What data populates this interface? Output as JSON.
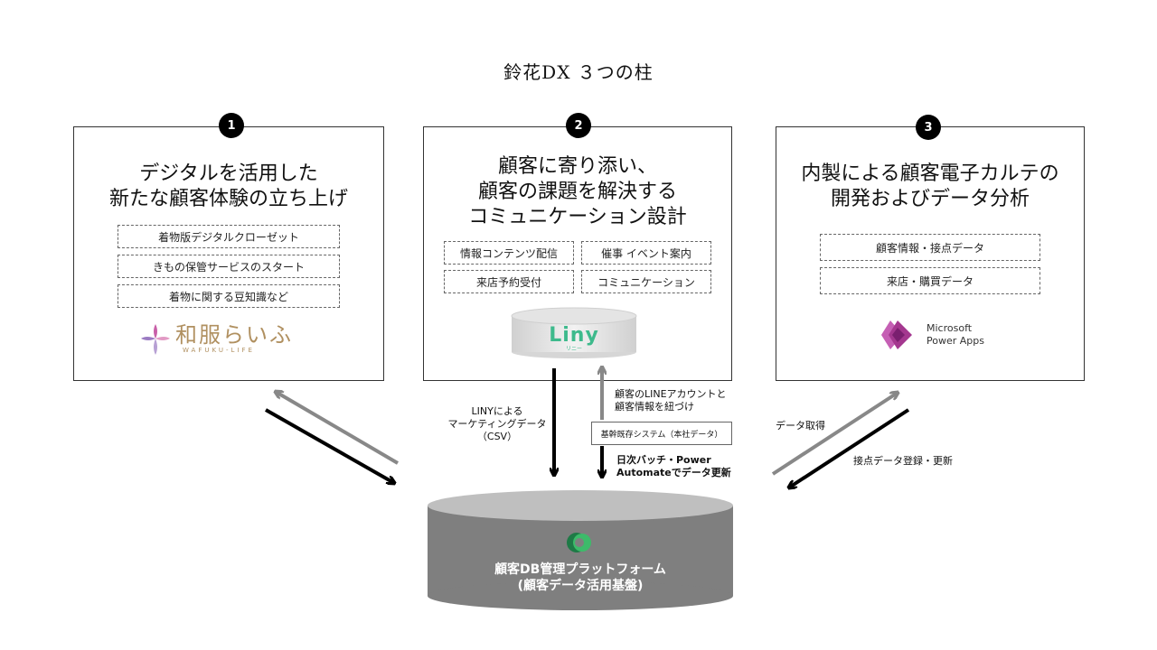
{
  "title": "鈴花DX ３つの柱",
  "panels": [
    {
      "number": "1",
      "title": "デジタルを活用した\n新たな顧客体験の立ち上げ",
      "tags": [
        "着物版デジタルクローゼット",
        "きもの保管サービスのスタート",
        "着物に関する豆知識など"
      ],
      "logo": {
        "jp": "和服らいふ",
        "en": "WAFUKU-LIFE"
      }
    },
    {
      "number": "2",
      "title": "顧客に寄り添い、\n顧客の課題を解決する\nコミュニケーション設計",
      "tags": [
        "情報コンテンツ配信",
        "催事 イベント案内",
        "来店予約受付",
        "コミュニケーション"
      ],
      "logo": {
        "name": "Liny",
        "sub": "リニー"
      }
    },
    {
      "number": "3",
      "title": "内製による顧客電子カルテの\n開発およびデータ分析",
      "tags": [
        "顧客情報・接点データ",
        "来店・購買データ"
      ],
      "logo": {
        "name": "Microsoft\nPower Apps"
      }
    }
  ],
  "flows": {
    "liny_to_db": "LINYによる\nマーケティングデータ\n（CSV）",
    "link_line": "顧客のLINEアカウントと\n顧客情報を紐づけ",
    "core_system": "基幹既存システム（本社データ）",
    "batch": "日次バッチ・Power\nAutomateでデータ更新",
    "data_fetch": "データ取得",
    "data_register": "接点データ登録・更新"
  },
  "database": {
    "label": "顧客DB管理プラットフォーム\n(顧客データ活用基盤)"
  },
  "colors": {
    "arrow_black": "#000000",
    "arrow_gray": "#888888",
    "db_body": "#7f7f7f",
    "db_top": "#bfbfbf",
    "liny_green": "#3dba8c",
    "powerapps": "#a4378f"
  }
}
